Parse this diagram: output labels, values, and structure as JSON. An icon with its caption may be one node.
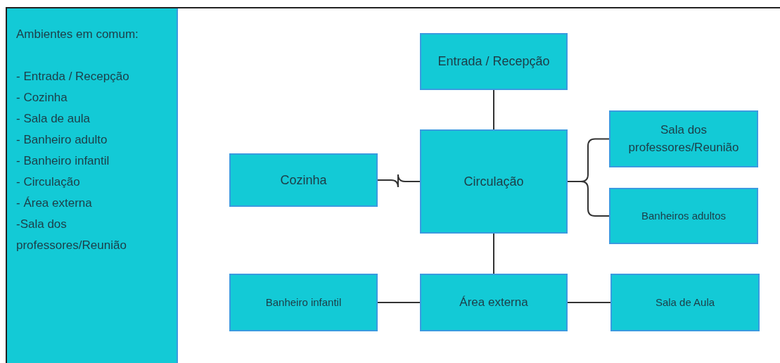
{
  "diagram": {
    "nodes": [
      {
        "text": [
          "Ambientes em comum:",
          "- Entrada / Recepção",
          "- Cozinha",
          "- Sala de aula",
          "- Banheiro adulto",
          "- Banheiro infantil",
          "- Circulação",
          "- Área externa",
          "-Sala dos professores/Reunião"
        ]
      },
      {
        "text": [
          "Entrada / Recepção"
        ]
      },
      {
        "text": [
          "Cozinha"
        ]
      },
      {
        "text": [
          "Circulação"
        ]
      },
      {
        "text": [
          "Sala dos professores/Reunião"
        ]
      },
      {
        "text": [
          "Banheiros adultos"
        ]
      },
      {
        "text": [
          "Banheiro infantil"
        ]
      },
      {
        "text": [
          "Área externa"
        ]
      },
      {
        "text": [
          "Sala de Aula"
        ]
      }
    ],
    "edges": [
      {
        "from": 1,
        "to": 3,
        "arrow": "none"
      },
      {
        "from": 2,
        "to": 3,
        "arrow": "none"
      },
      {
        "from": 3,
        "to": 4,
        "arrow": "none"
      },
      {
        "from": 3,
        "to": 5,
        "arrow": "none"
      },
      {
        "from": 3,
        "to": 7,
        "arrow": "none"
      },
      {
        "from": 6,
        "to": 7,
        "arrow": "none"
      },
      {
        "from": 7,
        "to": 8,
        "arrow": "none"
      }
    ]
  }
}
